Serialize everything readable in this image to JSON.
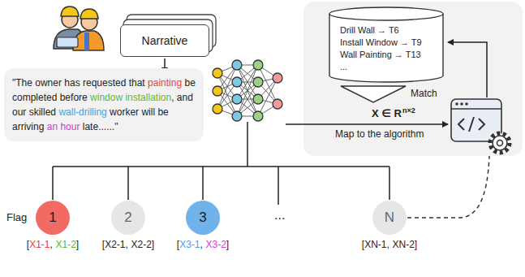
{
  "diagram": {
    "nodes": [
      {
        "text": [
          "Narrative"
        ]
      },
      {
        "text": [
          "\"The owner has requested that",
          "painting",
          "be completed before",
          "window installation",
          ", and our skilled",
          "wall-drilling",
          "worker will be arriving",
          "an hour",
          "late......\""
        ]
      },
      {
        "text": [
          "Drill Wall → T6",
          "Install Window → T9",
          "Wall Painting → T13",
          "..."
        ]
      },
      {
        "text": [
          "1"
        ]
      },
      {
        "text": [
          "2"
        ]
      },
      {
        "text": [
          "3"
        ]
      },
      {
        "text": [
          "N"
        ]
      }
    ],
    "labels": [
      "Match",
      "X ∈ R",
      "n×2",
      "Map to the algorithm",
      "Flag",
      "...",
      "[",
      "X1-1",
      ",",
      "X1-2",
      "]",
      "[",
      "X2-1",
      ",",
      "X2-2",
      "]",
      "[",
      "X3-1",
      ",",
      "X3-2",
      "]",
      "[",
      "XN-1",
      ",",
      "XN-2",
      "]"
    ]
  }
}
